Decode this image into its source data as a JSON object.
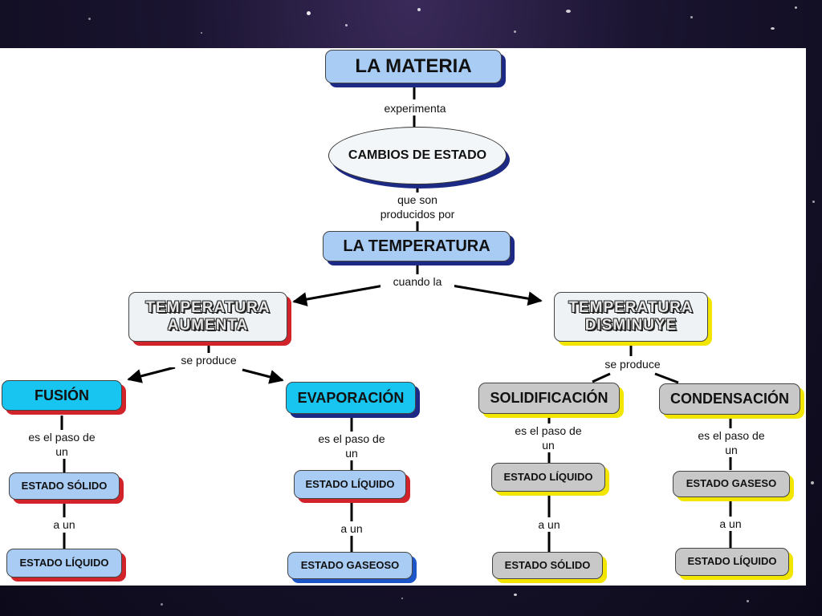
{
  "diagram": {
    "nodes": {
      "materia": "LA MATERIA",
      "cambios": "CAMBIOS DE ESTADO",
      "temperatura": "LA TEMPERATURA",
      "aumenta": "TEMPERATURA\nAUMENTA",
      "disminuye": "TEMPERATURA\nDISMINUYE",
      "fusion": "FUSIÓN",
      "evaporacion": "EVAPORACIÓN",
      "solidificacion": "SOLIDIFICACIÓN",
      "condensacion": "CONDENSACIÓN",
      "fusion_from": "ESTADO SÓLIDO",
      "fusion_to": "ESTADO LÍQUIDO",
      "evap_from": "ESTADO LÍQUIDO",
      "evap_to": "ESTADO GASEOSO",
      "solid_from": "ESTADO LÍQUIDO",
      "solid_to": "ESTADO SÓLIDO",
      "cond_from": "ESTADO GASESO",
      "cond_to": "ESTADO LÍQUIDO"
    },
    "links": {
      "experimenta": "experimenta",
      "producidos": "que son\nproducidos por",
      "cuando": "cuando la",
      "se_produce_left": "se produce",
      "se_produce_right": "se produce",
      "paso_fusion": "es el paso de\nun",
      "paso_evap": "es el paso de\nun",
      "paso_solid": "es el paso de\nun",
      "paso_cond": "es el paso de\nun",
      "aun_fusion": "a un",
      "aun_evap": "a un",
      "aun_solid": "a un",
      "aun_cond": "a un"
    }
  },
  "colors": {
    "node_blue": "#a9ccf5",
    "node_cyan": "#18c4f0",
    "node_grey": "#c8c8c8",
    "shadow_navy": "#1c2a86",
    "shadow_red": "#d3232a",
    "shadow_blue": "#1d56c9",
    "shadow_yellow": "#f2e600"
  }
}
